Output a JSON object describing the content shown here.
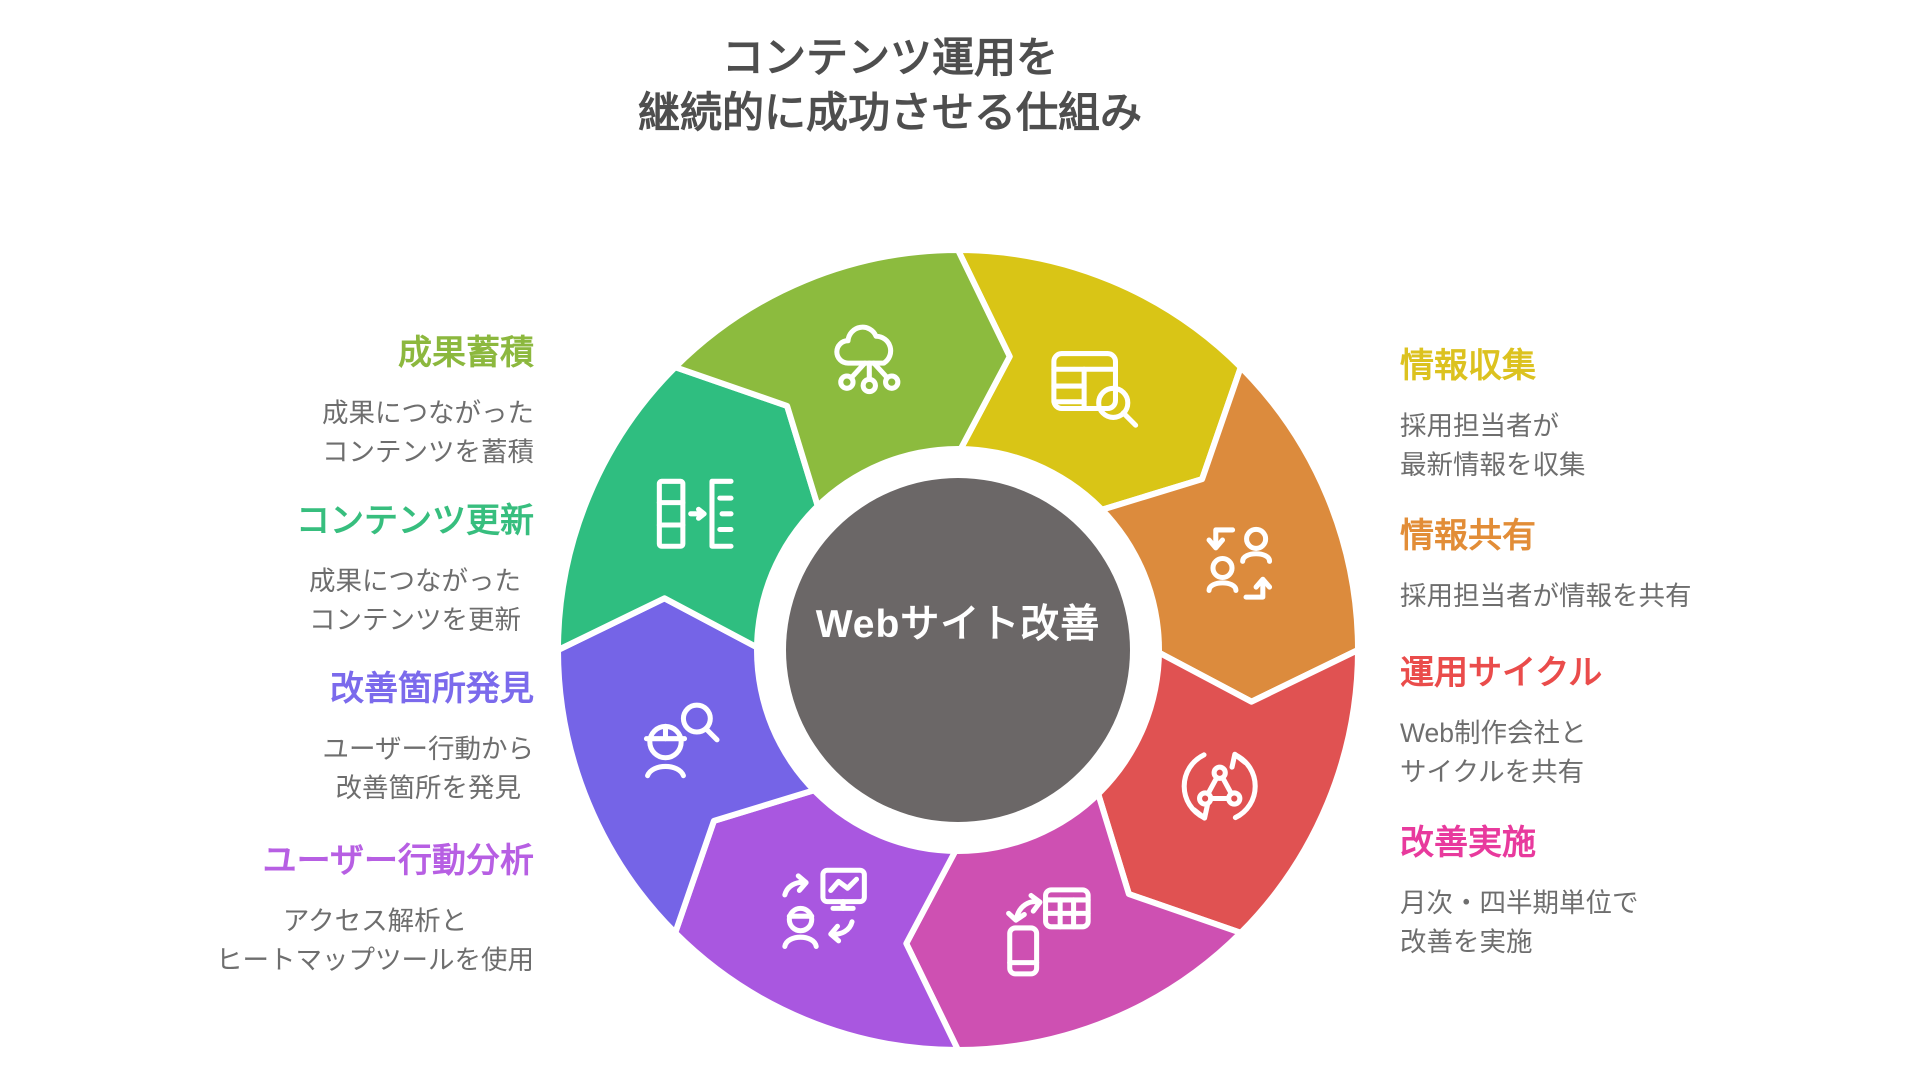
{
  "title": {
    "line1": "コンテンツ運用を",
    "line2": "継続的に成功させる仕組み"
  },
  "center": {
    "label": "Webサイト改善",
    "bg": "#6B6767"
  },
  "steps_left": [
    {
      "heading": "成果蓄積",
      "color": "#8CB83E",
      "body": [
        "成果につながった",
        "コンテンツを蓄積"
      ]
    },
    {
      "heading": "コンテンツ更新",
      "color": "#37BE7E",
      "body": [
        "成果につながった",
        "コンテンツを更新"
      ]
    },
    {
      "heading": "改善箇所発見",
      "color": "#7B6AEC",
      "body": [
        "ユーザー行動から",
        "改善箇所を発見"
      ]
    },
    {
      "heading": "ユーザー行動分析",
      "color": "#B75FE3",
      "body": [
        "アクセス解析と",
        "ヒートマップツールを使用"
      ]
    }
  ],
  "steps_right": [
    {
      "heading": "情報収集",
      "color": "#DCC21F",
      "body": [
        "採用担当者が",
        "最新情報を収集"
      ]
    },
    {
      "heading": "情報共有",
      "color": "#E28D37",
      "body": [
        "採用担当者が情報を共有",
        ""
      ]
    },
    {
      "heading": "運用サイクル",
      "color": "#EA4C4B",
      "body": [
        "Web制作会社と",
        "サイクルを共有"
      ]
    },
    {
      "heading": "改善実施",
      "color": "#E83A9D",
      "body": [
        "月次・四半期単位で",
        "改善を実施"
      ]
    }
  ],
  "diagram": {
    "segments": [
      {
        "id": "info-collect",
        "label": "情報収集",
        "color": "#D9C516",
        "icon": "table-search",
        "angle": 45
      },
      {
        "id": "info-share",
        "label": "情報共有",
        "color": "#DC8B3D",
        "icon": "people-exchange",
        "angle": 0
      },
      {
        "id": "ops-cycle",
        "label": "運用サイクル",
        "color": "#E05252",
        "icon": "cycle-share",
        "angle": 315
      },
      {
        "id": "improve-exec",
        "label": "改善実施",
        "color": "#CE50B2",
        "icon": "device-sync",
        "angle": 270
      },
      {
        "id": "behavior-analysis",
        "label": "ユーザー行動分析",
        "color": "#A957E0",
        "icon": "user-analytics",
        "angle": 225
      },
      {
        "id": "find-improvements",
        "label": "改善箇所発見",
        "color": "#7564E7",
        "icon": "user-search",
        "angle": 180
      },
      {
        "id": "content-refresh",
        "label": "コンテンツ更新",
        "color": "#2FBE80",
        "icon": "content-update",
        "angle": 135
      },
      {
        "id": "results-stock",
        "label": "成果蓄積",
        "color": "#8CBB3E",
        "icon": "cloud-network",
        "angle": 90
      }
    ]
  }
}
